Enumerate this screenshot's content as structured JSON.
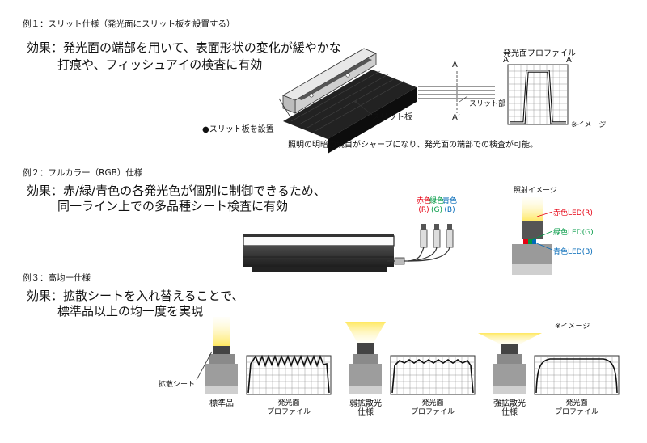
{
  "example1": {
    "title": "例１：スリット仕様（発光面にスリット板を設置する）",
    "effect_line1": "効果：発光面の端部を用いて、表面形状の変化が緩やかな",
    "effect_line2": "打痕や、フィッシュアイの検査に有効",
    "slit_plate_label": "スリット板",
    "bullet_label": "●スリット板を設置",
    "point_a": "A",
    "point_a_prime": "A’",
    "slit_part_label": "スリット部",
    "profile_title": "発光面プロファイル",
    "profile_a": "A",
    "profile_a_prime": "A’",
    "note": "※イメージ",
    "caption": "照明の明暗の境目がシャープになり、発光面の端部での検査が可能。"
  },
  "example2": {
    "title": "例２：フルカラー（RGB）仕様",
    "effect_line1": "効果：赤/緑/青色の各発光色が個別に制御できるため、",
    "effect_line2": "同一ライン上での多品種シート検査に有効",
    "cable_labels": [
      {
        "name": "赤色",
        "code": "(R)",
        "color": "#e60012"
      },
      {
        "name": "緑色",
        "code": "(G)",
        "color": "#009944"
      },
      {
        "name": "青色",
        "code": "(B)",
        "color": "#0068b7"
      }
    ],
    "irradiation_title": "照射イメージ",
    "led_labels": [
      {
        "text": "赤色LED(R)",
        "color": "#e60012"
      },
      {
        "text": "緑色LED(G)",
        "color": "#009944"
      },
      {
        "text": "青色LED(B)",
        "color": "#0068b7"
      }
    ]
  },
  "example3": {
    "title": "例３：高均一仕様",
    "effect_line1": "効果：拡散シートを入れ替えることで、",
    "effect_line2": "標準品以上の均一度を実現",
    "note": "※イメージ",
    "diffuser_label": "拡散シート",
    "variants": [
      {
        "line1": "標準品",
        "line2": ""
      },
      {
        "line1": "弱拡散光",
        "line2": "仕様"
      },
      {
        "line1": "強拡散光",
        "line2": "仕様"
      }
    ],
    "profile_line1": "発光面",
    "profile_line2": "プロファイル"
  },
  "colors": {
    "light_yellow": "#fff09a",
    "red": "#e60012",
    "green": "#009944",
    "blue": "#0068b7",
    "dark_housing": "#3a3a3a"
  }
}
